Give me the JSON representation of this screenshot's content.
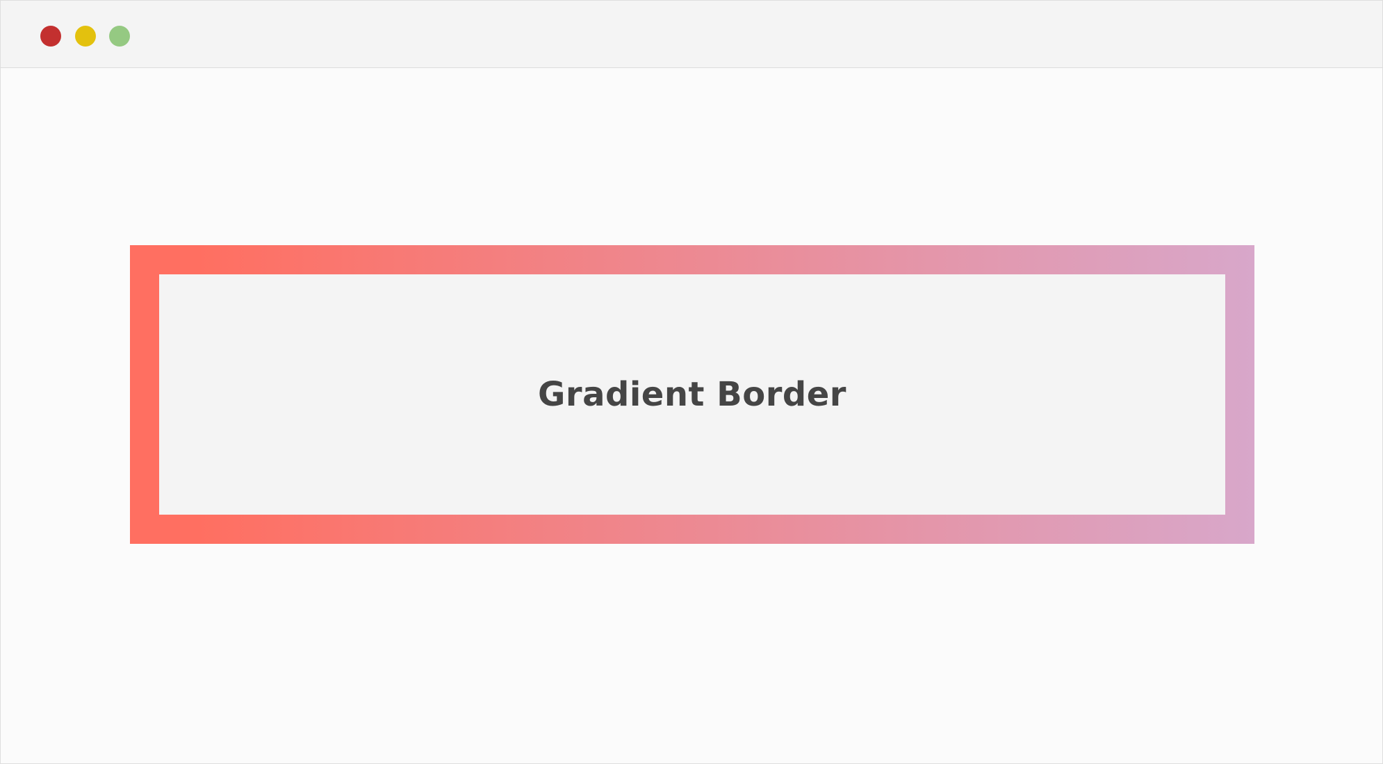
{
  "window": {
    "controls": [
      {
        "name": "close",
        "icon": "close-dot-icon",
        "color": "#c3302f"
      },
      {
        "name": "minimize",
        "icon": "minimize-dot-icon",
        "color": "#e3c10e"
      },
      {
        "name": "maximize",
        "icon": "maximize-dot-icon",
        "color": "#95c982"
      }
    ]
  },
  "panel": {
    "label": "Gradient Border",
    "gradient_start": "#ff6f61",
    "gradient_end": "#d8a7ca"
  }
}
